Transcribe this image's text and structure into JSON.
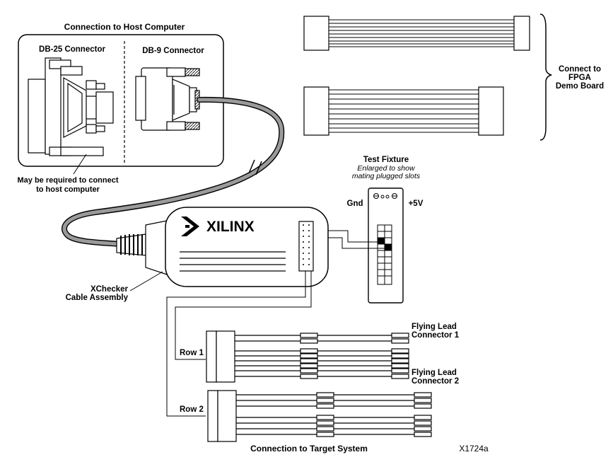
{
  "host": {
    "title": "Connection to Host Computer",
    "db25": "DB-25 Connector",
    "db9": "DB-9 Connector",
    "note_line1": "May be required to connect",
    "note_line2": "to host computer"
  },
  "fpga": {
    "line1": "Connect to",
    "line2": "FPGA",
    "line3": "Demo Board"
  },
  "fixture": {
    "title": "Test Fixture",
    "sub1": "Enlarged to show",
    "sub2": "mating plugged slots",
    "gnd": "Gnd",
    "vcc": "+5V"
  },
  "pod": {
    "logo": "XILINX",
    "name_line1": "XChecker",
    "name_line2": "Cable Assembly"
  },
  "target": {
    "row1": "Row 1",
    "row2": "Row 2",
    "lead1_line1": "Flying Lead",
    "lead1_line2": "Connector 1",
    "lead2_line1": "Flying Lead",
    "lead2_line2": "Connector 2",
    "caption": "Connection to Target System"
  },
  "figure_id": "X1724a",
  "colors": {
    "line": "#000000",
    "wire": "#808080",
    "cable": "#909090",
    "paper": "#ffffff"
  }
}
